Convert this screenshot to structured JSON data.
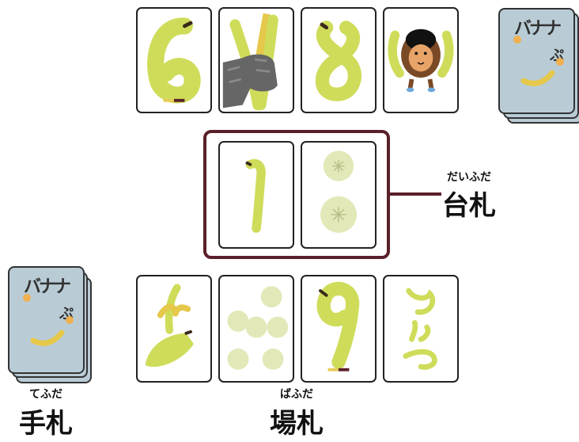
{
  "labels": {
    "daifuda": {
      "ruby": "だいふだ",
      "text": "台札"
    },
    "tefuda": {
      "ruby": "てふだ",
      "text": "手札"
    },
    "bafuda": {
      "ruby": "ばふだ",
      "text": "場札"
    }
  },
  "deck": {
    "title": "バナナ",
    "subtitle": "ぷ"
  },
  "cards": {
    "top": [
      "banana-six",
      "gorilla-hand-banana",
      "banana-eight",
      "monkey"
    ],
    "daifuda": [
      "banana-one",
      "banana-slices-two"
    ],
    "bafuda": [
      "peeled-banana",
      "banana-slices-six",
      "banana-nine",
      "hitotsu-letters"
    ]
  },
  "colors": {
    "banana": "#cfdc5a",
    "frame": "#5a2029",
    "deck": "#b9ccd6"
  }
}
